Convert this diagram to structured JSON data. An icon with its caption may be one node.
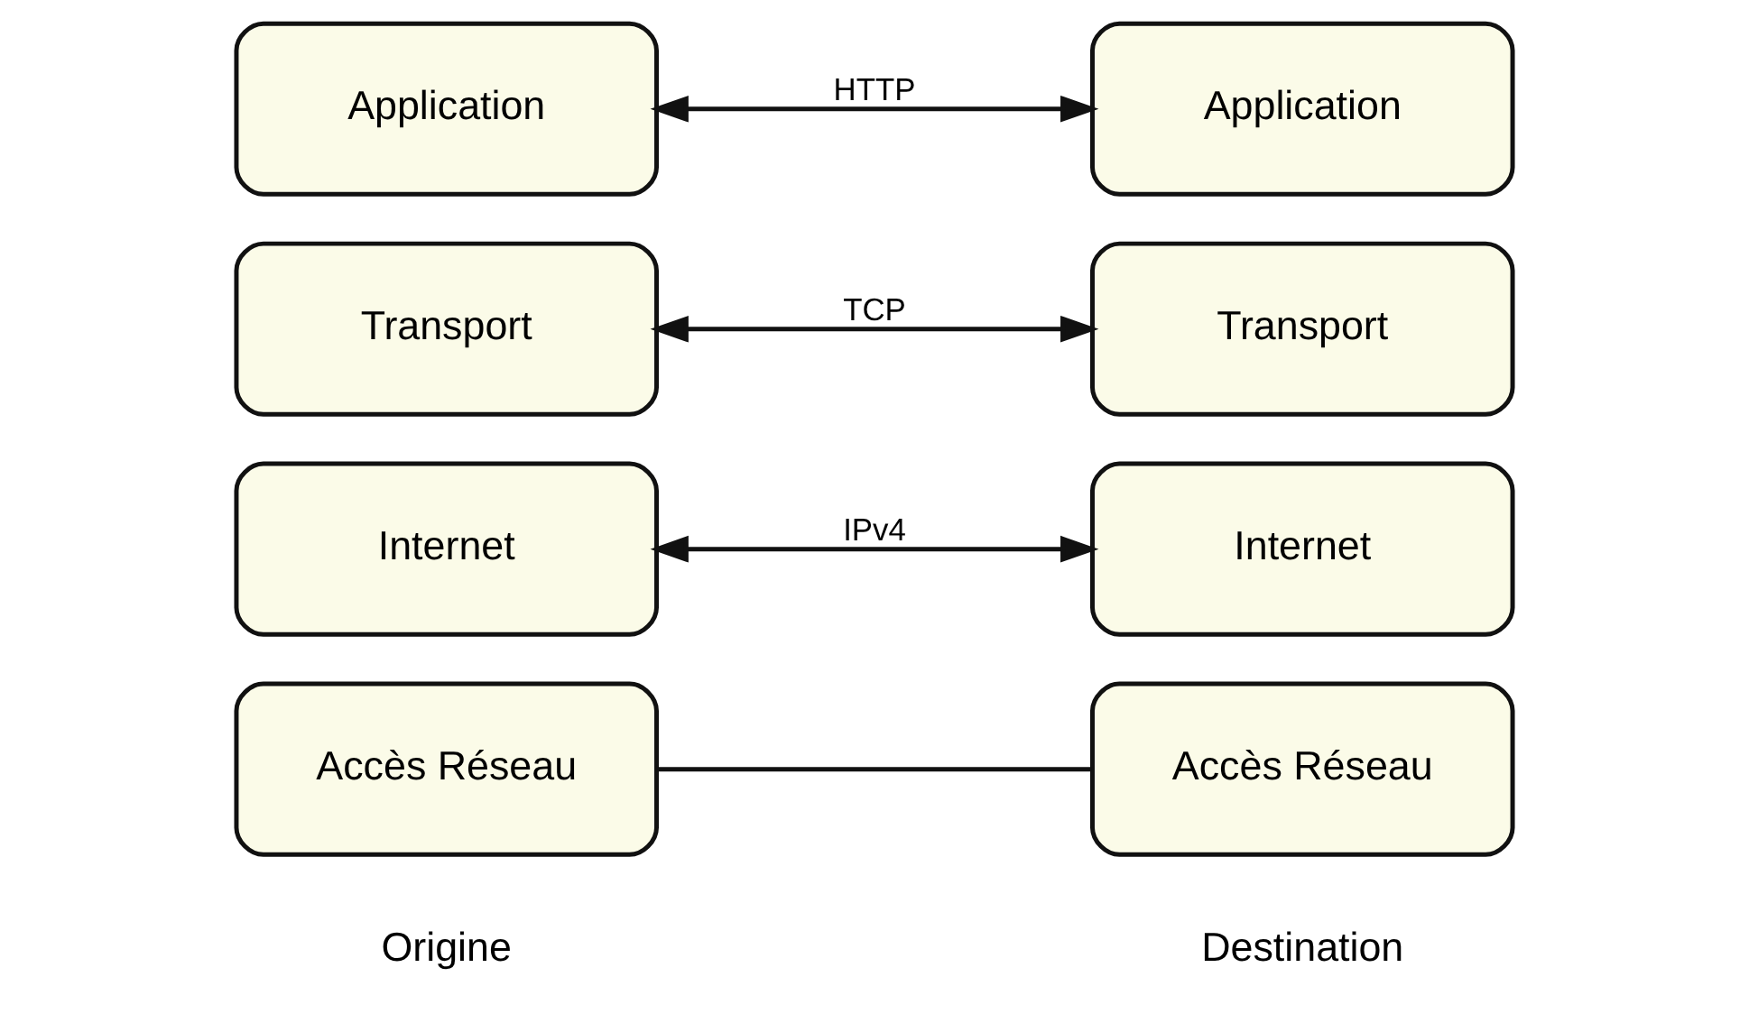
{
  "diagram": {
    "nodes": [
      {
        "text": [
          "Application"
        ]
      },
      {
        "text": [
          "Transport"
        ]
      },
      {
        "text": [
          "Internet"
        ]
      },
      {
        "text": [
          "Accès Réseau"
        ]
      },
      {
        "text": [
          "Application"
        ]
      },
      {
        "text": [
          "Transport"
        ]
      },
      {
        "text": [
          "Internet"
        ]
      },
      {
        "text": [
          "Accès Réseau"
        ]
      }
    ],
    "edges": [
      {
        "from": 0,
        "to": 4,
        "arrow": "both",
        "label": "HTTP"
      },
      {
        "from": 1,
        "to": 5,
        "arrow": "both",
        "label": "TCP"
      },
      {
        "from": 2,
        "to": 6,
        "arrow": "both",
        "label": "IPv4"
      },
      {
        "from": 3,
        "to": 7,
        "arrow": "none"
      }
    ],
    "labels": [
      "Origine",
      "Destination"
    ]
  }
}
